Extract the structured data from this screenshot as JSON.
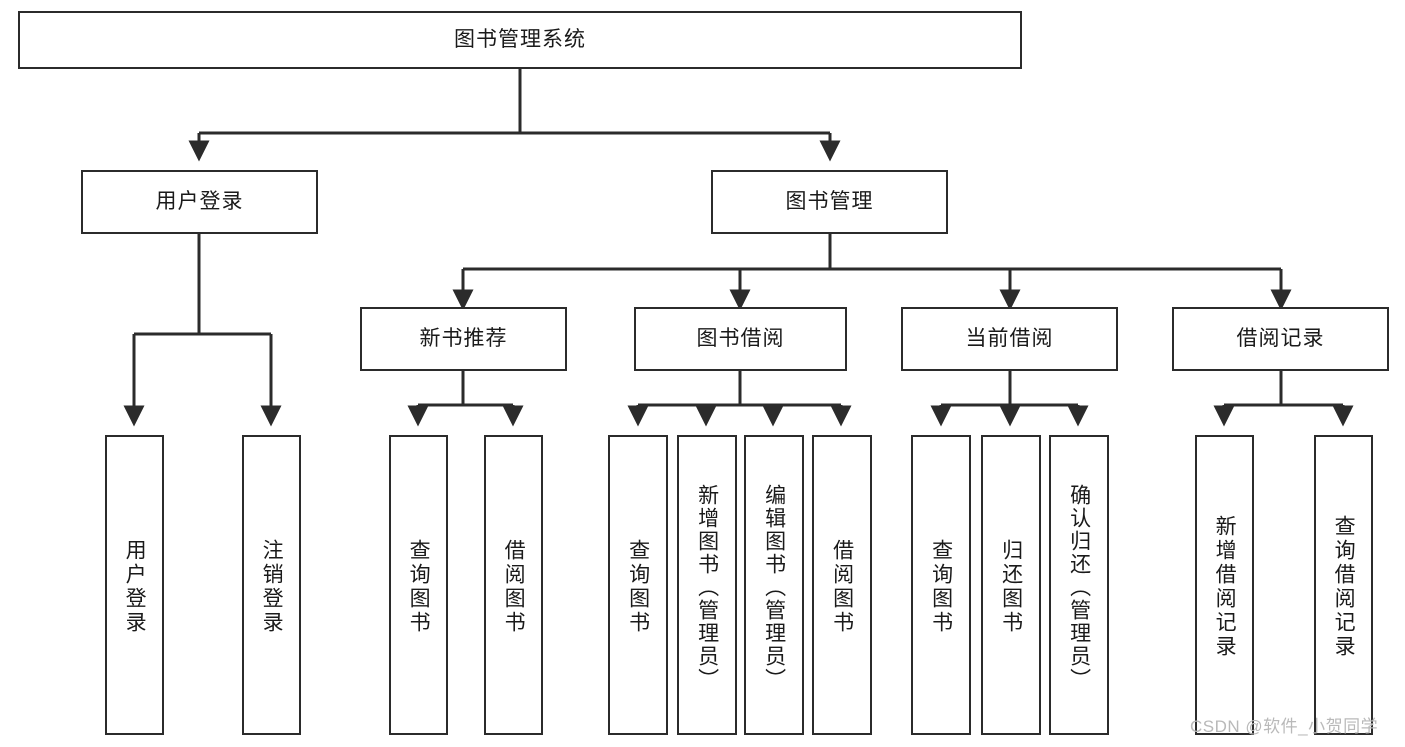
{
  "diagram": {
    "type": "tree-hierarchy",
    "title": "图书管理系统",
    "colors": {
      "stroke": "#2b2b2b",
      "fill": "#ffffff",
      "text": "#1a1a1a",
      "watermark": "#b9b9b9"
    },
    "root": {
      "label": "图书管理系统"
    },
    "level2": [
      {
        "label": "用户登录"
      },
      {
        "label": "图书管理"
      }
    ],
    "level3": [
      {
        "label": "新书推荐"
      },
      {
        "label": "图书借阅"
      },
      {
        "label": "当前借阅"
      },
      {
        "label": "借阅记录"
      }
    ],
    "leaves": {
      "user_login": [
        {
          "label": "用户登录"
        },
        {
          "label": "注销登录"
        }
      ],
      "new_book_recommend": [
        {
          "label": "查询图书"
        },
        {
          "label": "借阅图书"
        }
      ],
      "book_borrow": [
        {
          "label": "查询图书"
        },
        {
          "label": "新增图书（管理员）"
        },
        {
          "label": "编辑图书（管理员）"
        },
        {
          "label": "借阅图书"
        }
      ],
      "current_borrow": [
        {
          "label": "查询图书"
        },
        {
          "label": "归还图书"
        },
        {
          "label": "确认归还（管理员）"
        }
      ],
      "borrow_record": [
        {
          "label": "新增借阅记录"
        },
        {
          "label": "查询借阅记录"
        }
      ]
    }
  },
  "watermark": {
    "text": "CSDN @软件_小贺同学"
  }
}
